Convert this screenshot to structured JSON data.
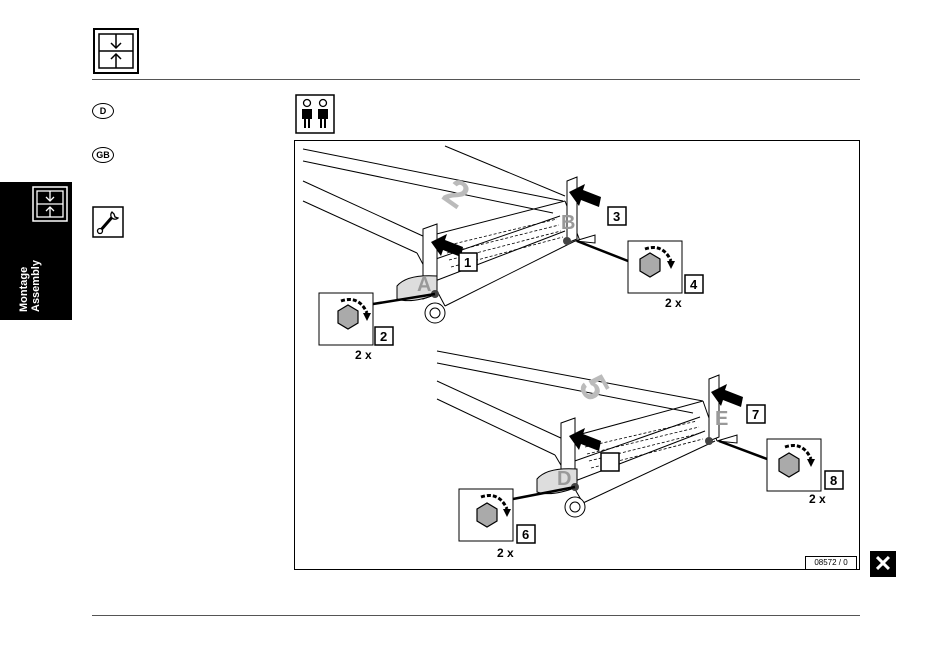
{
  "header": {
    "icon": "assembly-arrows-icon"
  },
  "languages": [
    {
      "code": "D"
    },
    {
      "code": "GB"
    }
  ],
  "side_tab": {
    "line1": "Montage",
    "line2": "Assembly",
    "icon": "assembly-arrows-icon"
  },
  "tool_icon": "wrench-icon",
  "persons_icon": "two-persons-icon",
  "figure": {
    "code": "08572 / 0",
    "quantities": {
      "q2": "2 x",
      "q4": "2 x",
      "q6": "2 x",
      "q8": "2 x"
    },
    "points": {
      "a": "A",
      "b": "B",
      "d": "D",
      "e": "E"
    },
    "big_numbers": {
      "n2": "2",
      "n5": "5"
    },
    "steps": {
      "s1": "1",
      "s2": "2",
      "s3": "3",
      "s4": "4",
      "s6": "6",
      "s7": "7",
      "s8": "8"
    }
  },
  "close_icon": "close-icon",
  "close_label": "✕"
}
